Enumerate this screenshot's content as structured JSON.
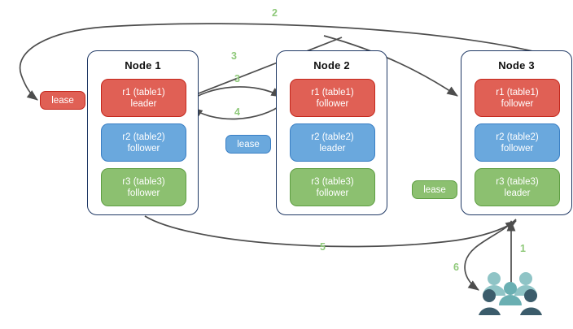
{
  "diagram": {
    "title": "Distributed range leaseholder / replica routing diagram",
    "colors": {
      "replica_red_fill": "#e06055",
      "replica_red_border": "#c4271c",
      "replica_blue_fill": "#6aa8dd",
      "replica_blue_border": "#3a7fc4",
      "replica_green_fill": "#8cc070",
      "replica_green_border": "#5e9e42",
      "node_border": "#1f3864",
      "arrow": "#4d4d4d",
      "step_label": "#8fc97a",
      "users_back": "#8fc4c6",
      "users_mid": "#6aafb2",
      "users_front": "#3b5c6b"
    },
    "nodes": [
      {
        "title": "Node 1",
        "replicas": [
          {
            "name": "r1 (table1)",
            "role": "leader",
            "color": "red"
          },
          {
            "name": "r2 (table2)",
            "role": "follower",
            "color": "blue"
          },
          {
            "name": "r3 (table3)",
            "role": "follower",
            "color": "green"
          }
        ]
      },
      {
        "title": "Node 2",
        "replicas": [
          {
            "name": "r1 (table1)",
            "role": "follower",
            "color": "red"
          },
          {
            "name": "r2 (table2)",
            "role": "leader",
            "color": "blue"
          },
          {
            "name": "r3 (table3)",
            "role": "follower",
            "color": "green"
          }
        ]
      },
      {
        "title": "Node 3",
        "replicas": [
          {
            "name": "r1 (table1)",
            "role": "follower",
            "color": "red"
          },
          {
            "name": "r2 (table2)",
            "role": "follower",
            "color": "blue"
          },
          {
            "name": "r3 (table3)",
            "role": "leader",
            "color": "green"
          }
        ]
      }
    ],
    "leases": [
      {
        "label": "lease",
        "color": "red"
      },
      {
        "label": "lease",
        "color": "blue"
      },
      {
        "label": "lease",
        "color": "green"
      }
    ],
    "steps": [
      {
        "label": "2"
      },
      {
        "label": "3"
      },
      {
        "label": "3"
      },
      {
        "label": "4"
      },
      {
        "label": "5"
      },
      {
        "label": "1"
      },
      {
        "label": "6"
      }
    ],
    "actors": {
      "name": "users-group",
      "count": 5
    }
  }
}
